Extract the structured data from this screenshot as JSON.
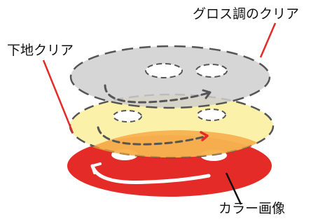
{
  "labels": {
    "gloss_clear": "グロス調のクリア",
    "base_clear": "下地クリア",
    "color_image": "カラー画像"
  },
  "layers": [
    {
      "name": "gloss-clear-layer",
      "fill": "#cfcfcf",
      "stroke": "#555555",
      "dashed": true
    },
    {
      "name": "base-clear-layer",
      "fill": "#fbee9a",
      "stroke": "#555555",
      "dashed": true
    },
    {
      "name": "color-image-layer",
      "fill": "#e52b27",
      "stroke": "#e52b27",
      "dashed": false
    }
  ],
  "colors": {
    "leader_line": "#e52b27",
    "overlap": "#f5a03a"
  }
}
